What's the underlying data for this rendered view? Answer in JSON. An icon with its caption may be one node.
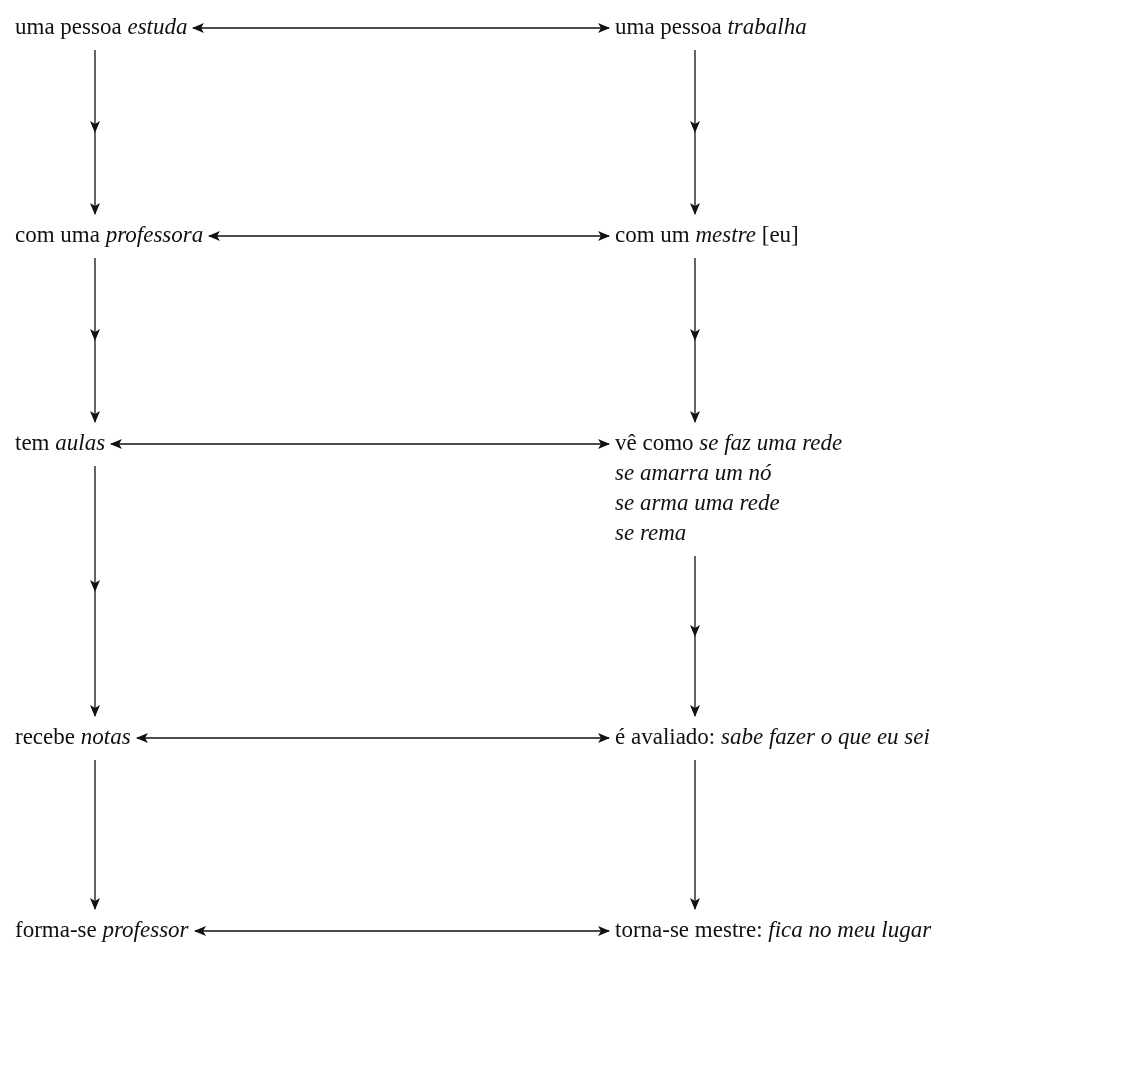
{
  "diagram": {
    "nodes": [
      {
        "text": [
          "uma pessoa *estuda*"
        ]
      },
      {
        "text": [
          "com uma *professora*"
        ]
      },
      {
        "text": [
          "tem *aulas*"
        ]
      },
      {
        "text": [
          "recebe *notas*"
        ]
      },
      {
        "text": [
          "forma-se *professor*"
        ]
      },
      {
        "text": [
          "uma pessoa *trabalha*"
        ]
      },
      {
        "text": [
          "com um *mestre* [eu]"
        ]
      },
      {
        "text": [
          "vê como *se faz uma rede*",
          "se amarra um nó",
          "se arma uma rede",
          "se rema"
        ]
      },
      {
        "text": [
          "é avaliado: *sabe fazer o que eu sei*"
        ]
      },
      {
        "text": [
          "torna-se mestre: *fica no meu lugar*"
        ]
      }
    ],
    "edges": [
      {
        "from": 0,
        "to": 5,
        "arrow": "both"
      },
      {
        "from": 1,
        "to": 6,
        "arrow": "both"
      },
      {
        "from": 2,
        "to": 7,
        "arrow": "both"
      },
      {
        "from": 3,
        "to": 8,
        "arrow": "both"
      },
      {
        "from": 4,
        "to": 9,
        "arrow": "both"
      },
      {
        "from": 0,
        "to": 1,
        "arrow": "to"
      },
      {
        "from": 1,
        "to": 2,
        "arrow": "to"
      },
      {
        "from": 2,
        "to": 3,
        "arrow": "to"
      },
      {
        "from": 3,
        "to": 4,
        "arrow": "to"
      },
      {
        "from": 5,
        "to": 6,
        "arrow": "to"
      },
      {
        "from": 6,
        "to": 7,
        "arrow": "to"
      },
      {
        "from": 7,
        "to": 8,
        "arrow": "to"
      },
      {
        "from": 8,
        "to": 9,
        "arrow": "to"
      }
    ]
  }
}
